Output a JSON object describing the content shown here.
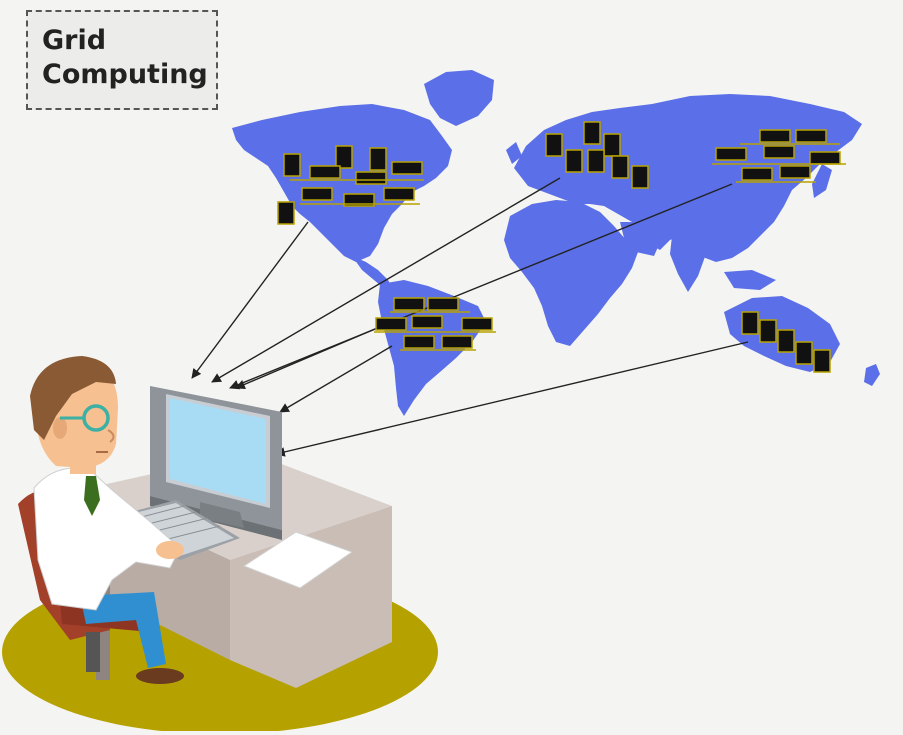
{
  "title": {
    "line1": "Grid",
    "line2": "Computing"
  },
  "colors": {
    "background": "#f4f4f2",
    "continents": "#5b6fe8",
    "computer_node": "#111111",
    "node_outline": "#b8a200",
    "arrow": "#222222",
    "floor": "#b5a200",
    "desk": "#d4c9c3",
    "monitor_frame": "#9aa0a6",
    "monitor_screen": "#a8dcf4",
    "chair": "#a3402a",
    "shirt": "#ffffff",
    "tie": "#3b6e1e",
    "pants": "#2f8fd0",
    "skin": "#f6c090",
    "hair": "#8a5a34",
    "glasses": "#3cb0a4"
  },
  "icons": [
    "world-map",
    "computer-cluster-icon",
    "user-at-desktop-icon"
  ],
  "clusters": [
    "north-america",
    "europe",
    "asia",
    "south-america",
    "australia"
  ]
}
